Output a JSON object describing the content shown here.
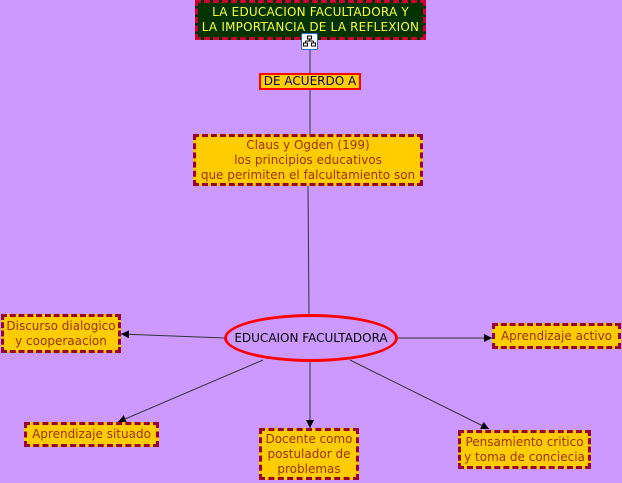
{
  "colors": {
    "background": "#cc99ff",
    "concept_fill": "#ffcc00",
    "concept_border": "#990033",
    "concept_text": "#993300",
    "title_fill": "#003300",
    "title_text": "#ffff33",
    "link_line": "#333333",
    "ellipse_border": "#ff0000"
  },
  "icons": {
    "submap": "sitemap-icon"
  },
  "nodes": {
    "title": "LA EDUCACION FACULTADORA Y\nLA IMPORTANCIA DE LA REFLEXION",
    "linker": "DE ACUERDO A",
    "claus": "Claus y Ogden (199)\nlos principios educativos\nque perimiten el falcultamiento son",
    "center": "EDUCAION FACULTADORA",
    "discurso": "Discurso dialogico\ny cooperaacion",
    "activo": "Aprendizaje activo",
    "situado": "Aprendizaje situado",
    "docente": "Docente como\npostulador de\nproblemas",
    "pensamiento": "Pensamiento critico\ny toma de conciecia"
  }
}
